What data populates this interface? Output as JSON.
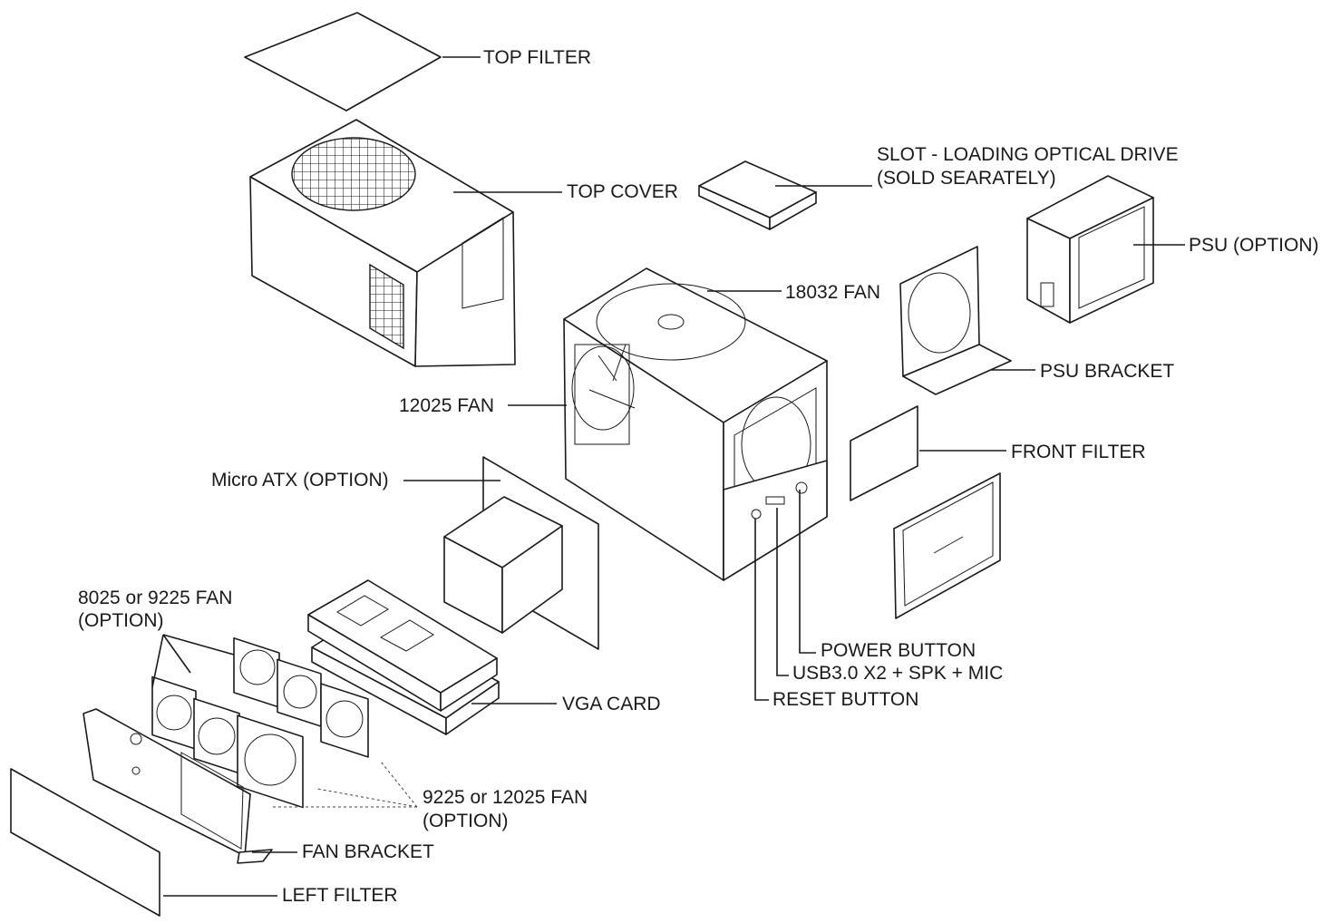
{
  "labels": {
    "top_filter": "TOP FILTER",
    "top_cover": "TOP COVER",
    "optical_line1": "SLOT - LOADING OPTICAL DRIVE",
    "optical_line2": "(SOLD SEARATELY)",
    "psu": "PSU (OPTION)",
    "fan_18032": "18032 FAN",
    "psu_bracket": "PSU BRACKET",
    "fan_12025": "12025 FAN",
    "front_filter": "FRONT FILTER",
    "micro_atx": "Micro ATX (OPTION)",
    "fan_8025_line1": "8025 or 9225 FAN",
    "fan_8025_line2": "(OPTION)",
    "power_button": "POWER BUTTON",
    "usb": "USB3.0 X2 + SPK + MIC",
    "reset_button": "RESET BUTTON",
    "vga_card": "VGA CARD",
    "fan_9225_line1": "9225 or 12025 FAN",
    "fan_9225_line2": "(OPTION)",
    "fan_bracket": "FAN BRACKET",
    "left_filter": "LEFT FILTER"
  },
  "colors": {
    "ink": "#1a1a1a",
    "background": "#ffffff"
  }
}
